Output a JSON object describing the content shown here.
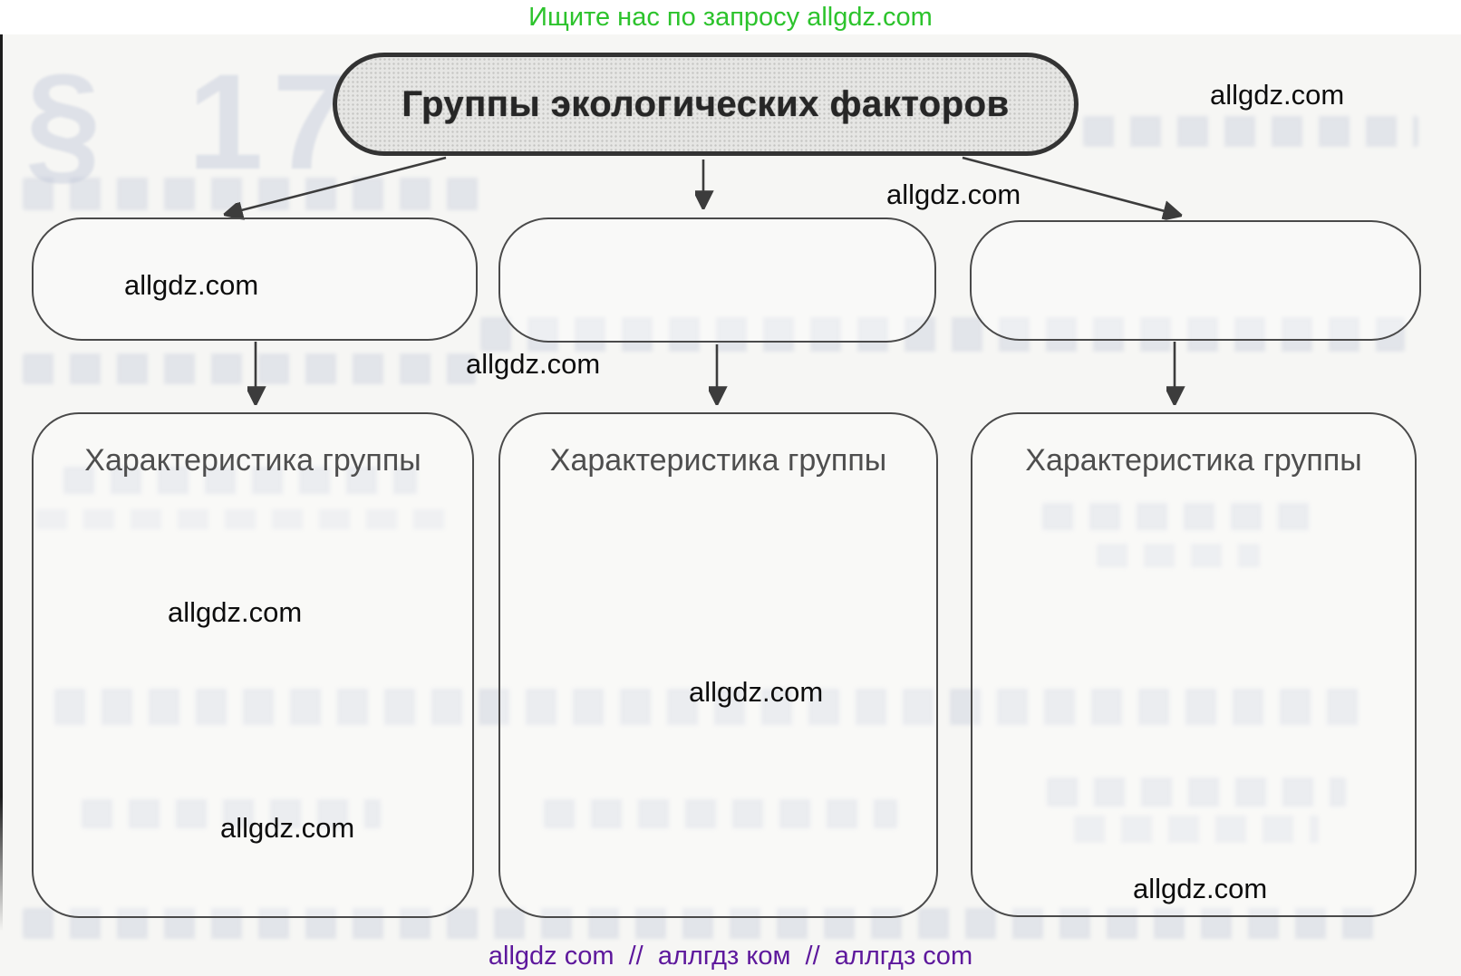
{
  "banner_top": {
    "text": "Ищите нас по запросу allgdz.com",
    "color": "#2cc32c"
  },
  "banner_bottom": {
    "text": "allgdz com  //  аллгдз ком  //  аллгдз com",
    "color": "#5d189c"
  },
  "watermark": {
    "text": "allgdz.com",
    "color": "#0d0d0d"
  },
  "page_artifacts": {
    "section_number": "§ 17"
  },
  "diagram": {
    "title": "Группы экологических факторов",
    "title_box_fill": "#e6e6e4",
    "box_border_color": "#4a4a4a",
    "arrow_color": "#3c3c3c",
    "branches": [
      {
        "group_box_text": "",
        "characteristic_header": "Характеристика группы"
      },
      {
        "group_box_text": "",
        "characteristic_header": "Характеристика группы"
      },
      {
        "group_box_text": "",
        "characteristic_header": "Характеристика группы"
      }
    ]
  }
}
